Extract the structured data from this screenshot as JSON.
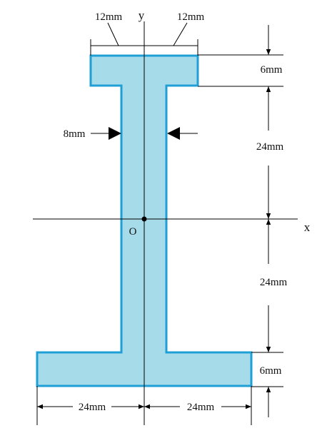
{
  "colors": {
    "section_fill": "#a6dcea",
    "section_stroke": "#1f9fd6",
    "line": "#000000"
  },
  "axes": {
    "x_label": "x",
    "y_label": "y",
    "origin_label": "O"
  },
  "dimensions": {
    "top_flange_left_width": "12mm",
    "top_flange_right_width": "12mm",
    "top_flange_thickness": "6mm",
    "web_upper_height": "24mm",
    "web_thickness": "8mm",
    "web_lower_height": "24mm",
    "bottom_flange_thickness": "6mm",
    "bottom_flange_left_width": "24mm",
    "bottom_flange_right_width": "24mm"
  }
}
